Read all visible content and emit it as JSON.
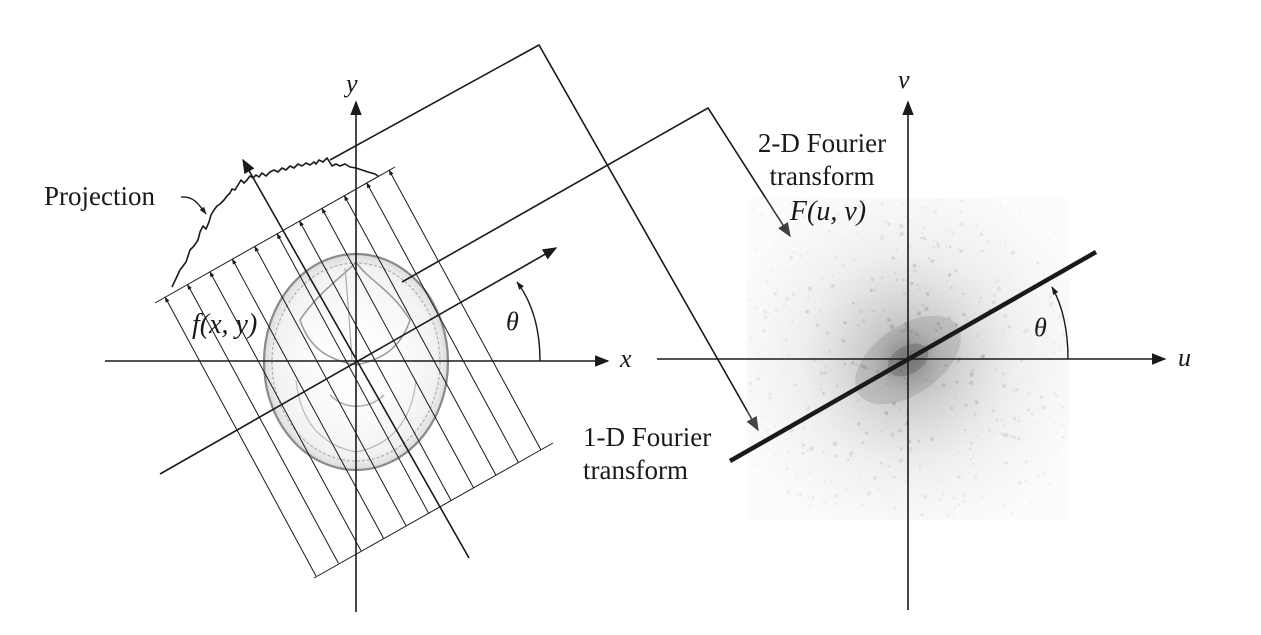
{
  "left_panel": {
    "axis_x": "x",
    "axis_y": "y",
    "angle": "θ",
    "function_label": "f(x, y)",
    "projection_label": "Projection"
  },
  "right_panel": {
    "axis_u": "u",
    "axis_v": "v",
    "angle": "θ",
    "ft2d_line1": "2-D Fourier",
    "ft2d_line2": "transform",
    "ft2d_line3": "F(u, v)",
    "ft1d_line1": "1-D Fourier",
    "ft1d_line2": "transform"
  }
}
